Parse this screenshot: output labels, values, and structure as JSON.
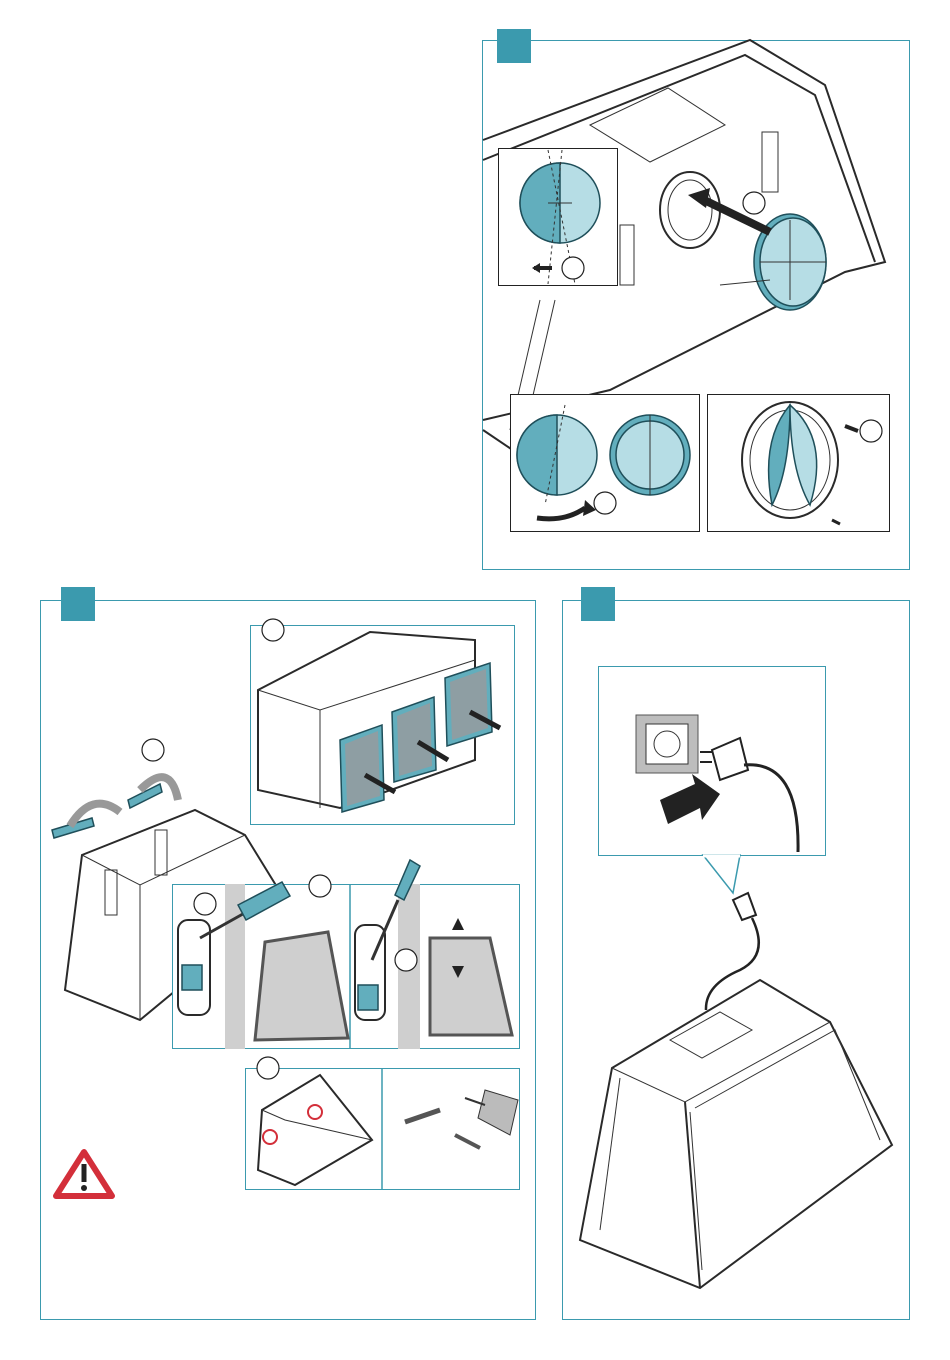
{
  "colors": {
    "accent": "#3b9aae",
    "part_teal": "#62aebd",
    "part_light": "#b6dde5",
    "warning_red": "#d32f3a",
    "outline": "#2a2a2a"
  },
  "sections": [
    {
      "id": "damper-install",
      "tag_label": ""
    },
    {
      "id": "filter-and-mounting",
      "tag_label": ""
    },
    {
      "id": "electrical-connection",
      "tag_label": ""
    }
  ],
  "icons": [
    "warning-triangle-icon",
    "arrow-icon",
    "plug-icon",
    "socket-icon",
    "screwdriver-icon",
    "drill-icon",
    "screw-icon",
    "wall-plug-icon"
  ]
}
